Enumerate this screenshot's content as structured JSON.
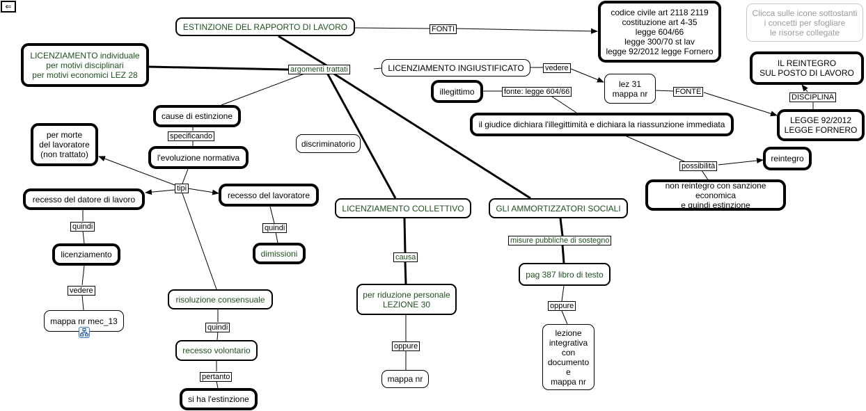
{
  "toolbar": {
    "back_icon": "back-arrow-icon",
    "back_glyph": "⇐"
  },
  "hint": "Clicca sulle icone sottostanti\ni concetti per sfogliare\nle risorse collegate",
  "nodes": {
    "estinzione": "ESTINZIONE DEL RAPPORTO DI LAVORO",
    "fonti_list": "codice civile art 2118 2119\ncostituzione art 4-35\nlegge 604/66\nlegge 300/70 st lav\nlegge 92/2012 legge Fornero",
    "licenziamento_individuale": "LICENZIAMENTO individuale\nper motivi disciplinari\nper motivi economici LEZ 28",
    "licenziamento_ingiustificato": "LICENZIAMENTO INGIUSTIFICATO",
    "lez31": "lez 31\nmappa nr",
    "reintegro_posto": "IL REINTEGRO\nSUL POSTO DI LAVORO",
    "legge_92": "LEGGE 92/2012\nLEGGE FORNERO",
    "illegittimo": "illegittimo",
    "giudice": "il giudice dichiara l'illegittimità e dichiara la riassunzione immediata",
    "reintegro": "reintegro",
    "non_reintegro": "non reintegro con sanzione economica\ne quindi estinzione",
    "cause": "cause di estinzione",
    "evoluzione": "l'evoluzione normativa",
    "morte": "per morte\ndel lavoratore\n(non trattato)",
    "recesso_datore": "recesso del datore di lavoro",
    "recesso_lavoratore": "recesso del lavoratore",
    "licenziamento": "licenziamento",
    "dimissioni": "dimissioni",
    "mappa_mec13": "mappa nr mec_13",
    "discriminatorio": "discriminatorio",
    "risoluzione": "risoluzione consensuale",
    "recesso_volontario": "recesso volontario",
    "estinzione_finale": "si ha l'estinzione",
    "collettivo": "LICENZIAMENTO COLLETTIVO",
    "riduzione": "per riduzione personale\nLEZIONE 30",
    "mappa_nr": "mappa nr",
    "ammortizzatori": "GLI AMMORTIZZATORI SOCIALI",
    "pag387": "pag 387 libro di testo",
    "lezione_integrativa": "lezione\nintegrativa\ncon\ndocumento\ne\nmappa nr"
  },
  "links": {
    "fonti": "FONTI",
    "argomenti": "argomenti trattati",
    "vedere1": "vedere",
    "fonte": "FONTE",
    "disciplina": "DISCIPLINA",
    "fonte_legge": "fonte: legge 604/66",
    "possibilita": "possibilità",
    "specificando": "specificando",
    "tipi": "tipi",
    "quindi1": "quindi",
    "quindi2": "quindi",
    "vedere2": "vedere",
    "quindi3": "quindi",
    "pertanto": "pertanto",
    "causa": "causa",
    "oppure1": "oppure",
    "misure": "misure pubbliche di sostegno",
    "oppure2": "oppure"
  },
  "resource_icon": "concept-map-icon"
}
